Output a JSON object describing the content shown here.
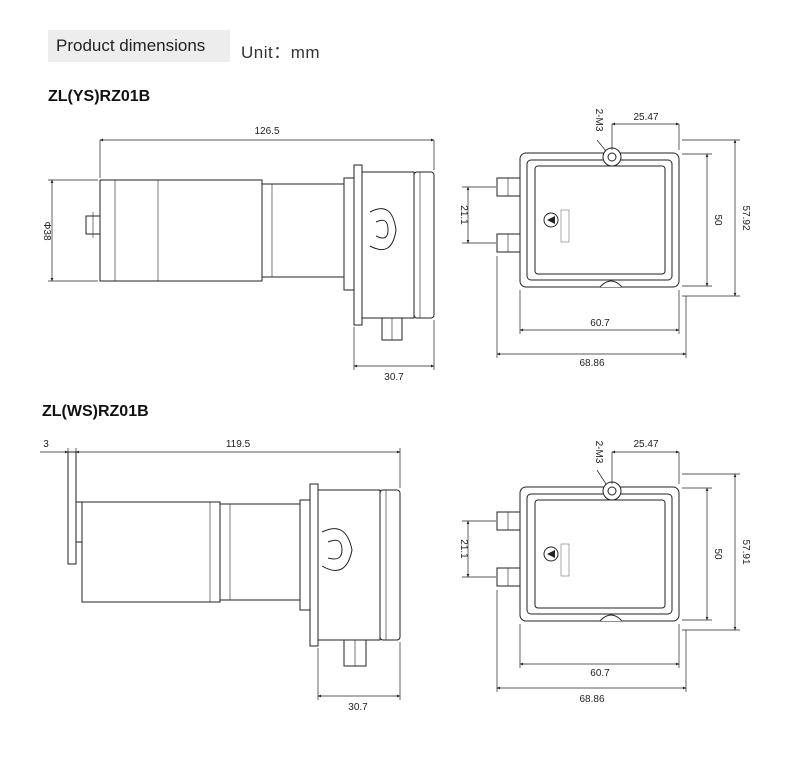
{
  "header": {
    "tag_label": "Product dimensions",
    "unit_label": "Unit：mm"
  },
  "models": [
    {
      "name": "ZL(YS)RZ01B",
      "side_view": {
        "overall_length": "126.5",
        "diameter": "Φ38",
        "pump_depth": "30.7"
      },
      "front_view": {
        "thread": "2-M3",
        "hole_offset": "25.47",
        "port_spacing": "21.1",
        "inner_height": "50",
        "outer_height": "57.92",
        "inner_width": "60.7",
        "outer_width": "68.86"
      }
    },
    {
      "name": "ZL(WS)RZ01B",
      "side_view": {
        "flange_thickness": "3",
        "overall_length": "119.5",
        "pump_depth": "30.7"
      },
      "front_view": {
        "thread": "2-M3",
        "hole_offset": "25.47",
        "port_spacing": "21.1",
        "inner_height": "50",
        "outer_height": "57.91",
        "inner_width": "60.7",
        "outer_width": "68.86"
      }
    }
  ]
}
